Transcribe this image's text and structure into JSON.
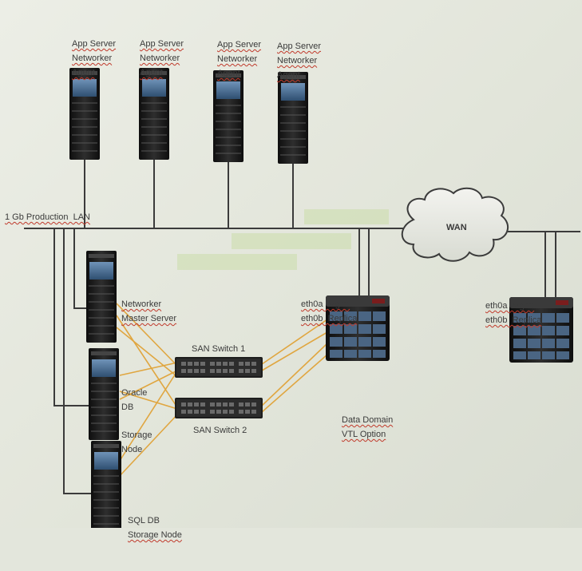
{
  "app_servers": [
    {
      "line1": "App Server",
      "line2": "Networker",
      "line3": "Agent"
    },
    {
      "line1": "App Server",
      "line2": "Networker",
      "line3": "Agent"
    },
    {
      "line1": "App Server",
      "line2": "Networker",
      "line3": "Agent"
    },
    {
      "line1": "App Server",
      "line2": "Networker",
      "line3": "Agent"
    }
  ],
  "lan_label": "1 Gb Production  LAN",
  "wan_label": "WAN",
  "master_server": {
    "line1": "Networker",
    "line2": "Master Server"
  },
  "oracle": {
    "line1": "Oracle",
    "line2": "DB",
    "line3": "Storage",
    "line4": "Node"
  },
  "sql": {
    "line1": "SQL DB",
    "line2": "Storage Node"
  },
  "san_switch_1": "SAN Switch 1",
  "san_switch_2": "SAN Switch 2",
  "data_domain": {
    "line1": "Data Domain",
    "line2": "VTL Option"
  },
  "local_dd_ports": {
    "line1": "eth0a  Mgmt",
    "line2": "eth0b  Replica"
  },
  "remote_dd_ports": {
    "line1": "eth0a  Mgmt",
    "line2": "eth0b  Replica"
  },
  "colors": {
    "background": "#e3e6dc",
    "line": "#3b3b3b",
    "fc_link": "#e0a640",
    "server_body": "#1c1c1c",
    "server_panel": "#3e5f82",
    "highlight": "#cbdcaa"
  }
}
